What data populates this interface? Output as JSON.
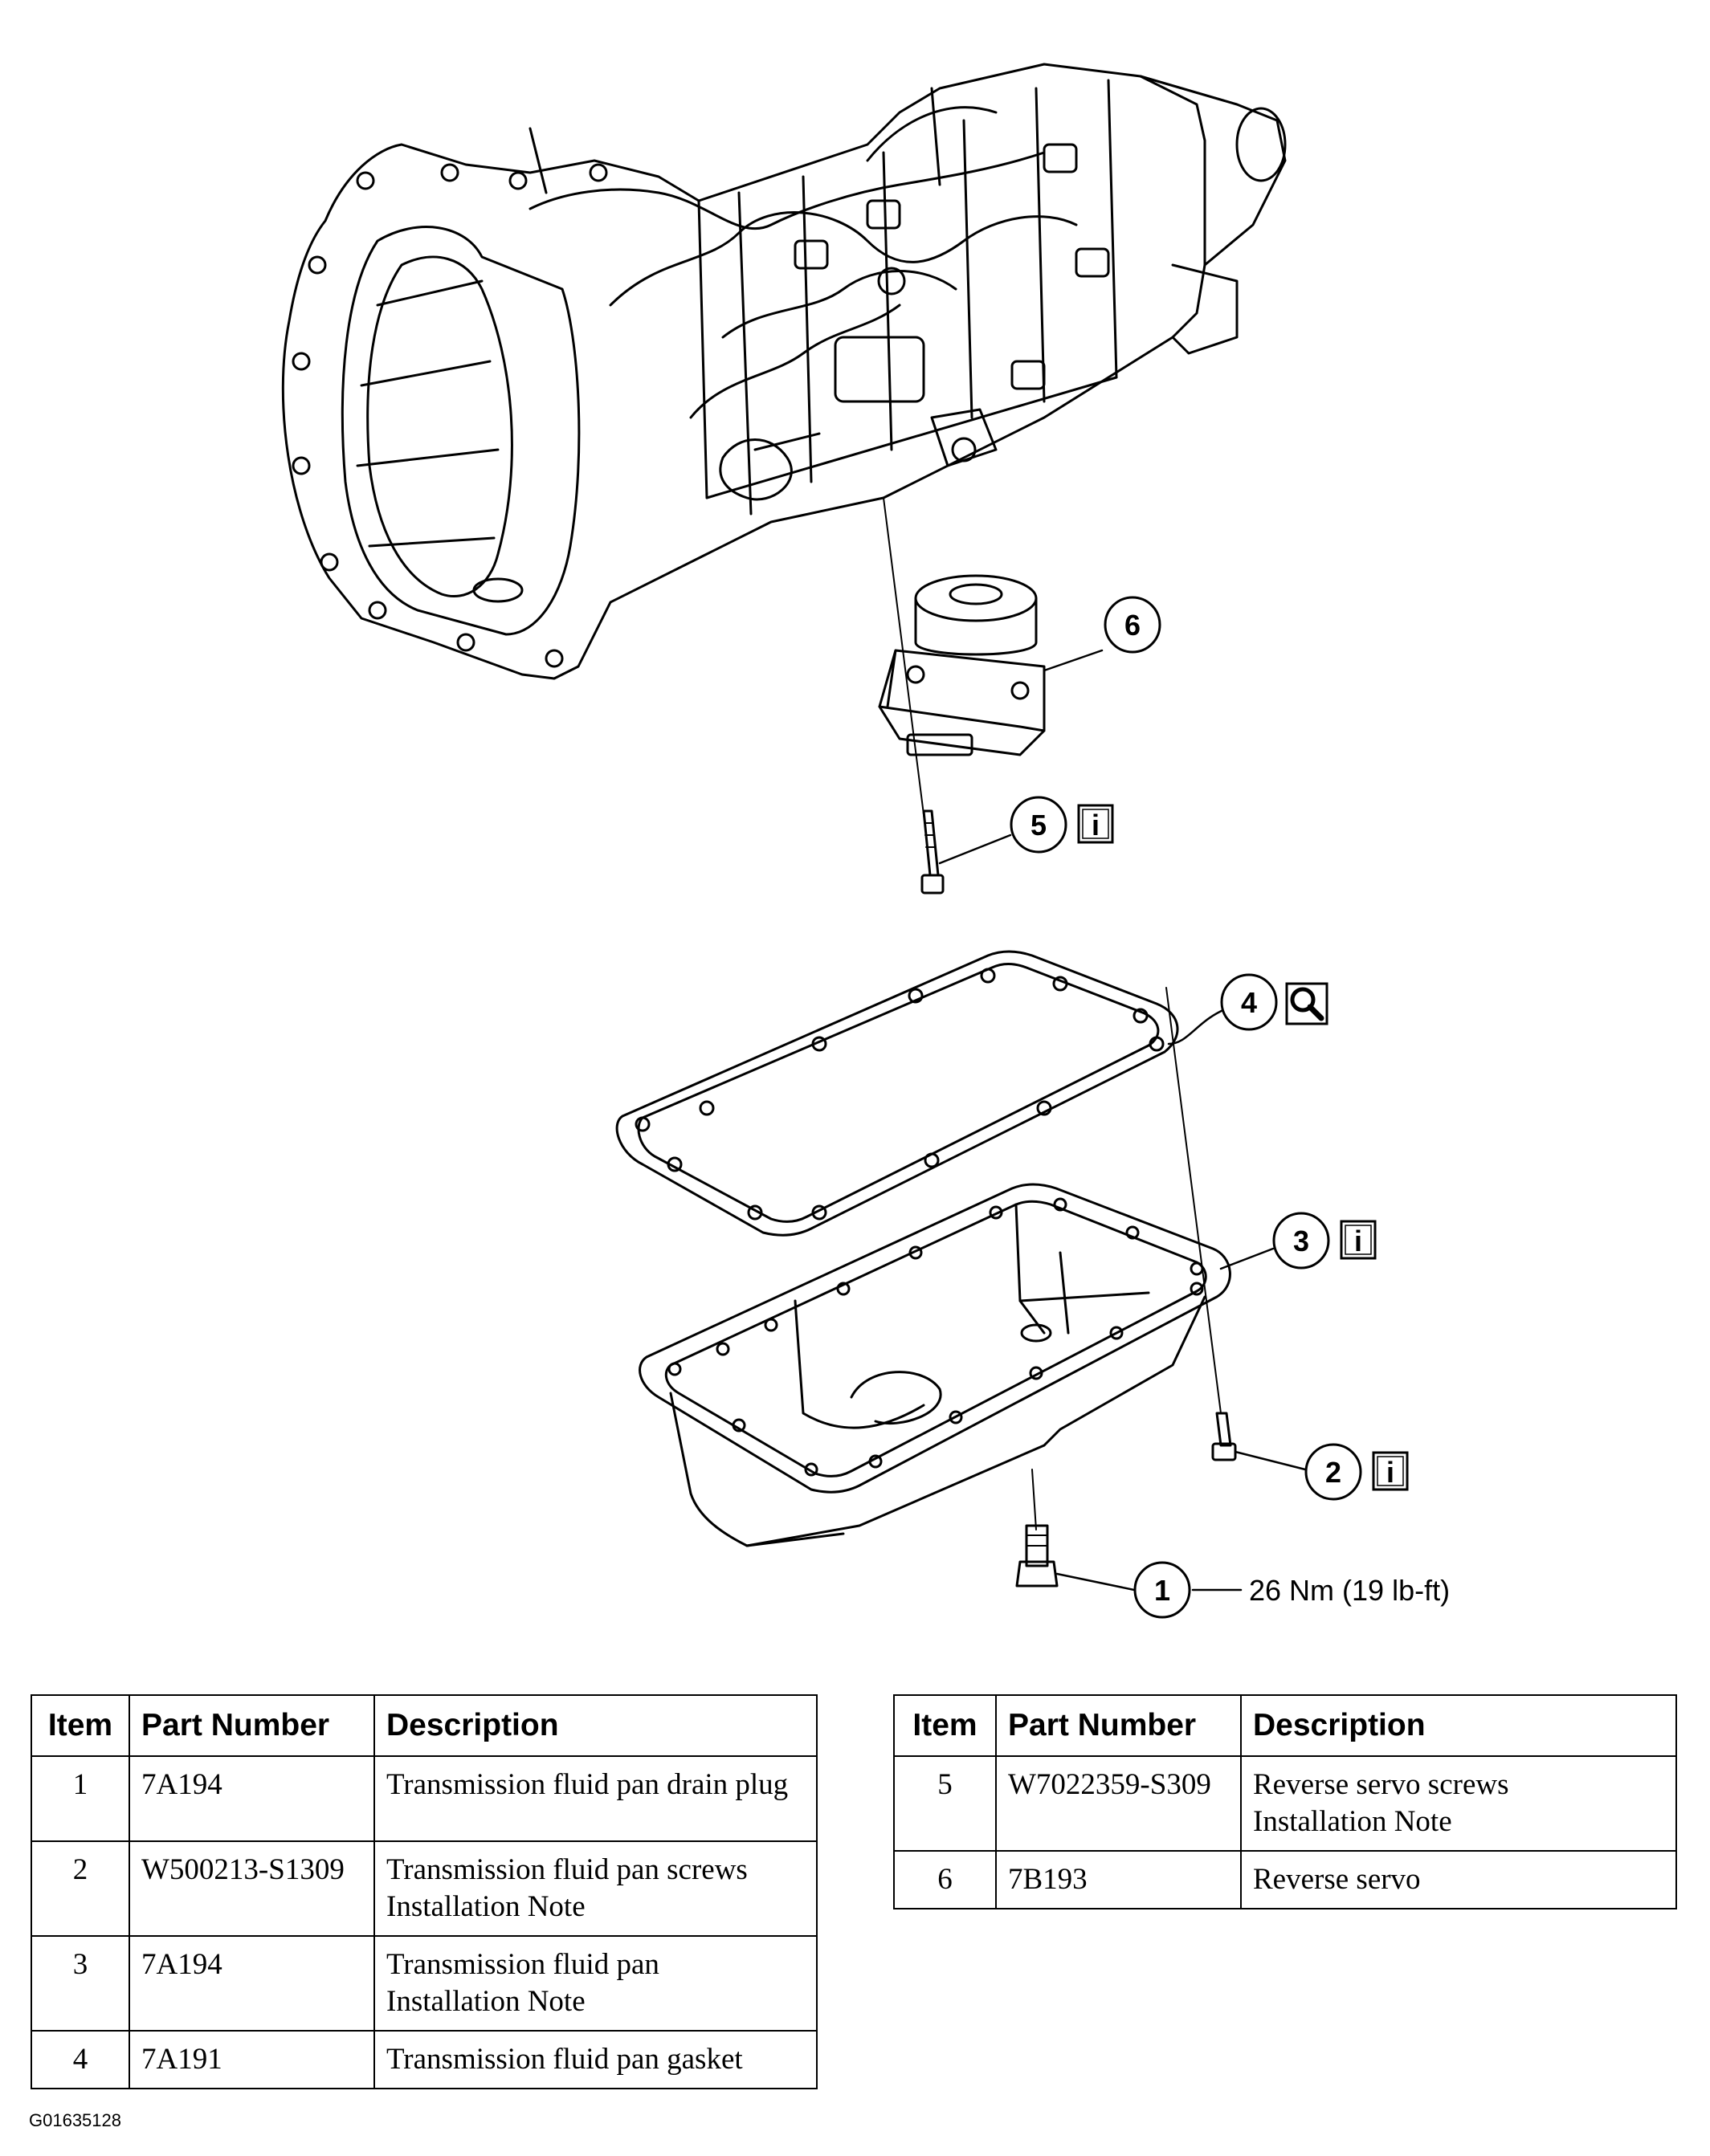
{
  "callouts": [
    {
      "number": "6",
      "badge": ""
    },
    {
      "number": "5",
      "badge": "i"
    },
    {
      "number": "4",
      "badge": "magnifier-icon"
    },
    {
      "number": "3",
      "badge": "i"
    },
    {
      "number": "2",
      "badge": "i"
    },
    {
      "number": "1",
      "badge": ""
    }
  ],
  "torque_spec": "26 Nm (19 lb-ft)",
  "table_headers": {
    "item": "Item",
    "part_number": "Part Number",
    "description": "Description"
  },
  "parts_left": [
    {
      "item": "1",
      "part_number": "7A194",
      "description": "Transmission fluid pan drain plug"
    },
    {
      "item": "2",
      "part_number": "W500213-S1309",
      "description": "Transmission fluid pan screws",
      "note": "Installation Note"
    },
    {
      "item": "3",
      "part_number": "7A194",
      "description": "Transmission fluid pan",
      "note": "Installation Note"
    },
    {
      "item": "4",
      "part_number": "7A191",
      "description": "Transmission fluid pan gasket"
    }
  ],
  "parts_right": [
    {
      "item": "5",
      "part_number": "W7022359-S309",
      "description": "Reverse servo screws",
      "note": "Installation Note"
    },
    {
      "item": "6",
      "part_number": "7B193",
      "description": "Reverse servo"
    }
  ],
  "figure_id": "G01635128",
  "colors": {
    "ink": "#000000",
    "paper": "#ffffff"
  }
}
